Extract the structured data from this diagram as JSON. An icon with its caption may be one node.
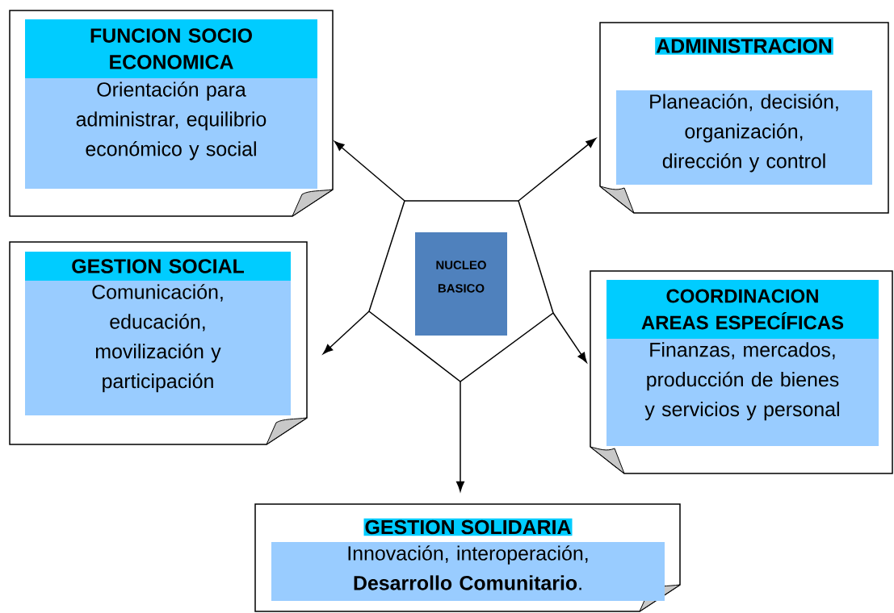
{
  "diagram": {
    "nodes": [
      {
        "text": [
          "FUNCION SOCIO ECONOMICA",
          "Orientación para administrar, equilibrio económico y social"
        ]
      },
      {
        "text": [
          "ADMINISTRACION",
          "Planeación, decisión, organización, dirección y control"
        ]
      },
      {
        "text": [
          "GESTION SOCIAL",
          "Comunicación, educación, movilización y participación"
        ]
      },
      {
        "text": [],
        "shape": "pentagon"
      },
      {
        "text": [
          "NUCLEO BASICO"
        ],
        "in": 3
      },
      {
        "text": [
          "COORDINACION AREAS ESPECÍFICAS",
          "Finanzas, mercados, producción de bienes y servicios y personal"
        ]
      },
      {
        "text": [
          "GESTION SOLIDARIA",
          "Innovación, interoperación, **Desarrollo Comunitario**."
        ]
      }
    ],
    "edges": [
      {
        "from": 3,
        "to": 0,
        "arrow": "to"
      },
      {
        "from": 3,
        "to": 1,
        "arrow": "to"
      },
      {
        "from": 3,
        "to": 2,
        "arrow": "to"
      },
      {
        "from": 3,
        "to": 5,
        "arrow": "to"
      },
      {
        "from": 3,
        "to": 6,
        "arrow": "to"
      }
    ]
  }
}
